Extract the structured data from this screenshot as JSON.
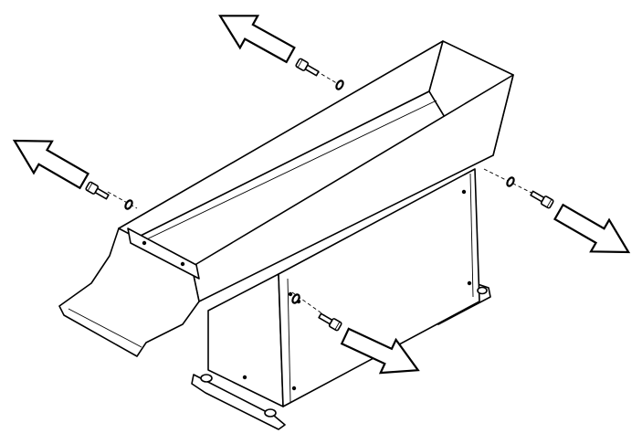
{
  "diagram": {
    "type": "exploded-assembly-line-drawing",
    "components": [
      "trough-hopper",
      "base-housing",
      "mounting-screws",
      "washers"
    ],
    "arrow_count": 4,
    "arrow_direction_meaning": "removal",
    "colors": {
      "line": "#000000",
      "background": "#ffffff"
    }
  }
}
